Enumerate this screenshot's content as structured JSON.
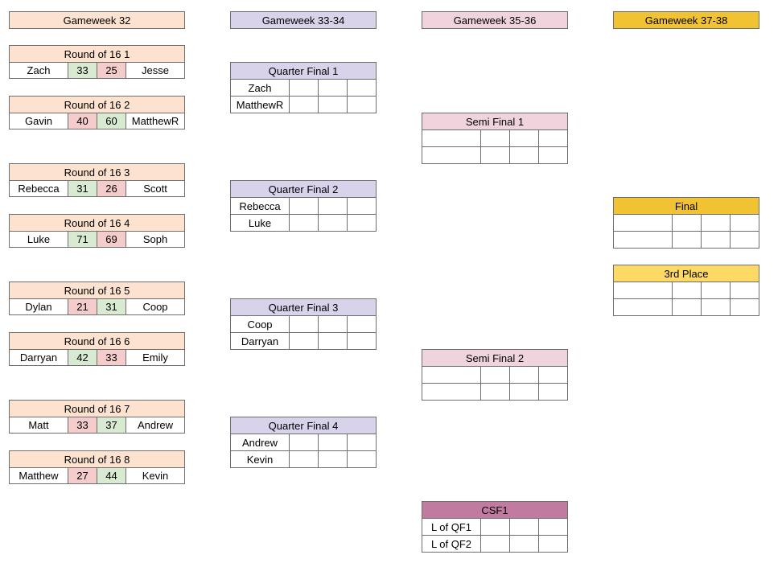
{
  "headers": {
    "round_of_16": "Gameweek 32",
    "quarter_finals": "Gameweek 33-34",
    "semi_finals": "Gameweek 35-36",
    "finals": "Gameweek 37-38"
  },
  "round_of_16": [
    {
      "title": "Round of 16 1",
      "p1": "Zach",
      "s1": "33",
      "s2": "25",
      "p2": "Jesse",
      "winner": 1
    },
    {
      "title": "Round of 16 2",
      "p1": "Gavin",
      "s1": "40",
      "s2": "60",
      "p2": "MatthewR",
      "winner": 2
    },
    {
      "title": "Round of 16 3",
      "p1": "Rebecca",
      "s1": "31",
      "s2": "26",
      "p2": "Scott",
      "winner": 1
    },
    {
      "title": "Round of 16 4",
      "p1": "Luke",
      "s1": "71",
      "s2": "69",
      "p2": "Soph",
      "winner": 1
    },
    {
      "title": "Round of 16 5",
      "p1": "Dylan",
      "s1": "21",
      "s2": "31",
      "p2": "Coop",
      "winner": 2
    },
    {
      "title": "Round of 16 6",
      "p1": "Darryan",
      "s1": "42",
      "s2": "33",
      "p2": "Emily",
      "winner": 1
    },
    {
      "title": "Round of 16 7",
      "p1": "Matt",
      "s1": "33",
      "s2": "37",
      "p2": "Andrew",
      "winner": 2
    },
    {
      "title": "Round of 16 8",
      "p1": "Matthew",
      "s1": "27",
      "s2": "44",
      "p2": "Kevin",
      "winner": 2
    }
  ],
  "quarter_finals": [
    {
      "title": "Quarter Final 1",
      "players": [
        "Zach",
        "MatthewR"
      ]
    },
    {
      "title": "Quarter Final 2",
      "players": [
        "Rebecca",
        "Luke"
      ]
    },
    {
      "title": "Quarter Final 3",
      "players": [
        "Coop",
        "Darryan"
      ]
    },
    {
      "title": "Quarter Final 4",
      "players": [
        "Andrew",
        "Kevin"
      ]
    }
  ],
  "semi_finals": [
    {
      "title": "Semi Final 1",
      "players": [
        "",
        ""
      ]
    },
    {
      "title": "Semi Final 2",
      "players": [
        "",
        ""
      ]
    }
  ],
  "csf": {
    "title": "CSF1",
    "players": [
      "L of QF1",
      "L of QF2"
    ]
  },
  "final": {
    "title": "Final",
    "players": [
      "",
      ""
    ]
  },
  "third_place": {
    "title": "3rd Place",
    "players": [
      "",
      ""
    ]
  },
  "colors": {
    "r16": "#fde3cf",
    "qf": "#d8d2ea",
    "sf": "#efd3dd",
    "final": "#f1c232",
    "third": "#ffd966",
    "csf": "#c27ba0",
    "win": "#d9ead3",
    "lose": "#f4cccc",
    "border": "#6e6e6e"
  }
}
